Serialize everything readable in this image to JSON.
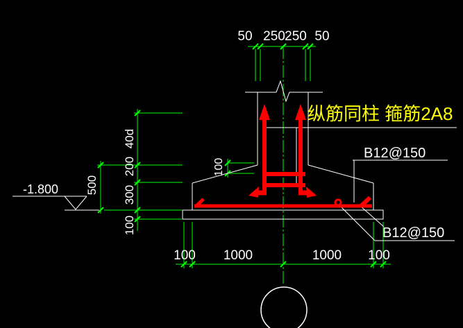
{
  "drawing": {
    "type": "foundation-section-detail",
    "colors": {
      "background": "#000000",
      "dimension_green": "#00ff00",
      "rebar_red": "#ff0000",
      "outline_white": "#ffffff",
      "note_yellow": "#ffff00"
    }
  },
  "dimensions": {
    "top": {
      "values": [
        "50",
        "250",
        "250",
        "50"
      ]
    },
    "left": {
      "values": [
        "40d",
        "200",
        "300",
        "100"
      ],
      "overall": "500"
    },
    "bottom": {
      "values": [
        "100",
        "1000",
        "1000",
        "100"
      ]
    },
    "column_base": {
      "value": "100"
    }
  },
  "labels": {
    "elevation": "-1.800",
    "rebar_note": "纵筋同柱 箍筋2A8",
    "footing_rebar_top": "B12@150",
    "footing_rebar_bottom": "B12@150"
  }
}
